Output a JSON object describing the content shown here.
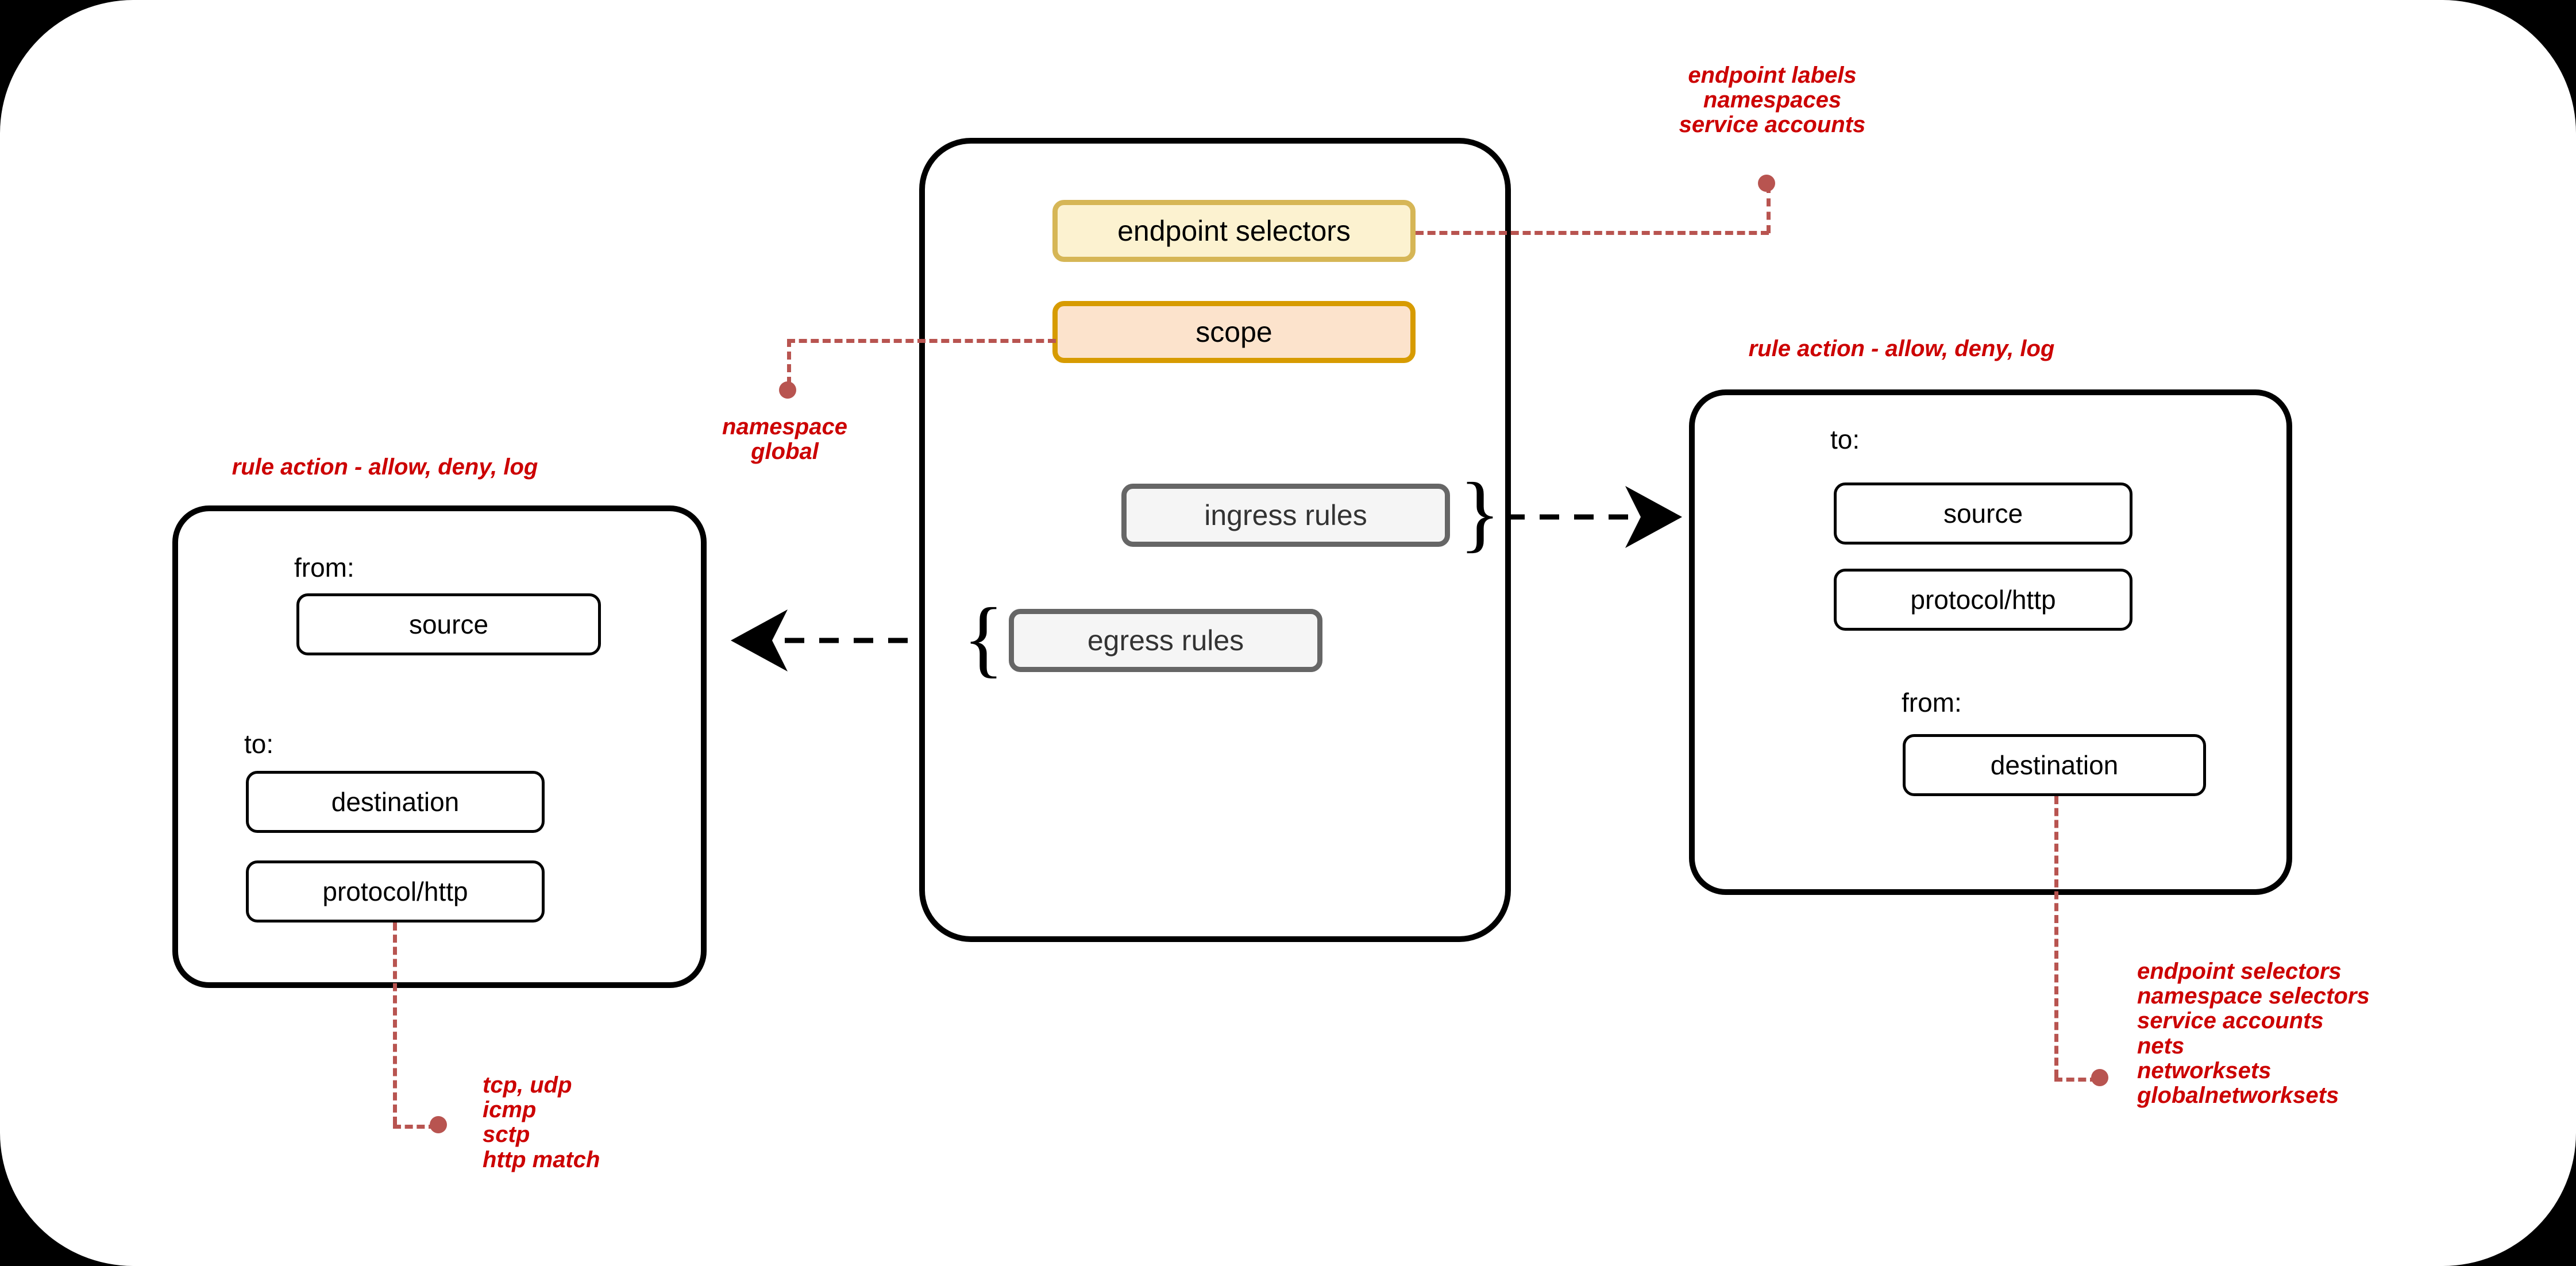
{
  "diagram": {
    "title": "network policy structure",
    "colors": {
      "annotation_red": "#CC0000",
      "connector_red": "#B85450",
      "endpoint_selectors_fill": "#FCF2D0",
      "endpoint_selectors_border": "#D6B656",
      "scope_fill": "#FCE3CC",
      "scope_border": "#D79B00",
      "rules_fill": "#F5F5F5",
      "rules_border": "#666666",
      "panel_border": "#000000"
    }
  },
  "center_panel": {
    "endpoint_selectors": "endpoint selectors",
    "scope": "scope",
    "ingress_rules": "ingress rules",
    "egress_rules": "egress rules",
    "ingress_brace": "}",
    "egress_brace": "{"
  },
  "left_panel": {
    "header_annotation": "rule action - allow, deny, log",
    "from_label": "from:",
    "from_box": "source",
    "to_label": "to:",
    "to_boxes": [
      "destination",
      "protocol/http"
    ]
  },
  "right_panel": {
    "header_annotation": "rule action - allow, deny, log",
    "to_label": "to:",
    "to_boxes": [
      "source",
      "protocol/http"
    ],
    "from_label": "from:",
    "from_box": "destination"
  },
  "annotations": {
    "endpoint_selectors_note": [
      "endpoint labels",
      "namespaces",
      "service accounts"
    ],
    "scope_note": [
      "namespace",
      "global"
    ],
    "protocol_note": [
      "tcp, udp",
      "icmp",
      "sctp",
      "http match"
    ],
    "destination_note": [
      "endpoint selectors",
      "namespace selectors",
      "service accounts",
      "nets",
      "networksets",
      "globalnetworksets"
    ]
  }
}
